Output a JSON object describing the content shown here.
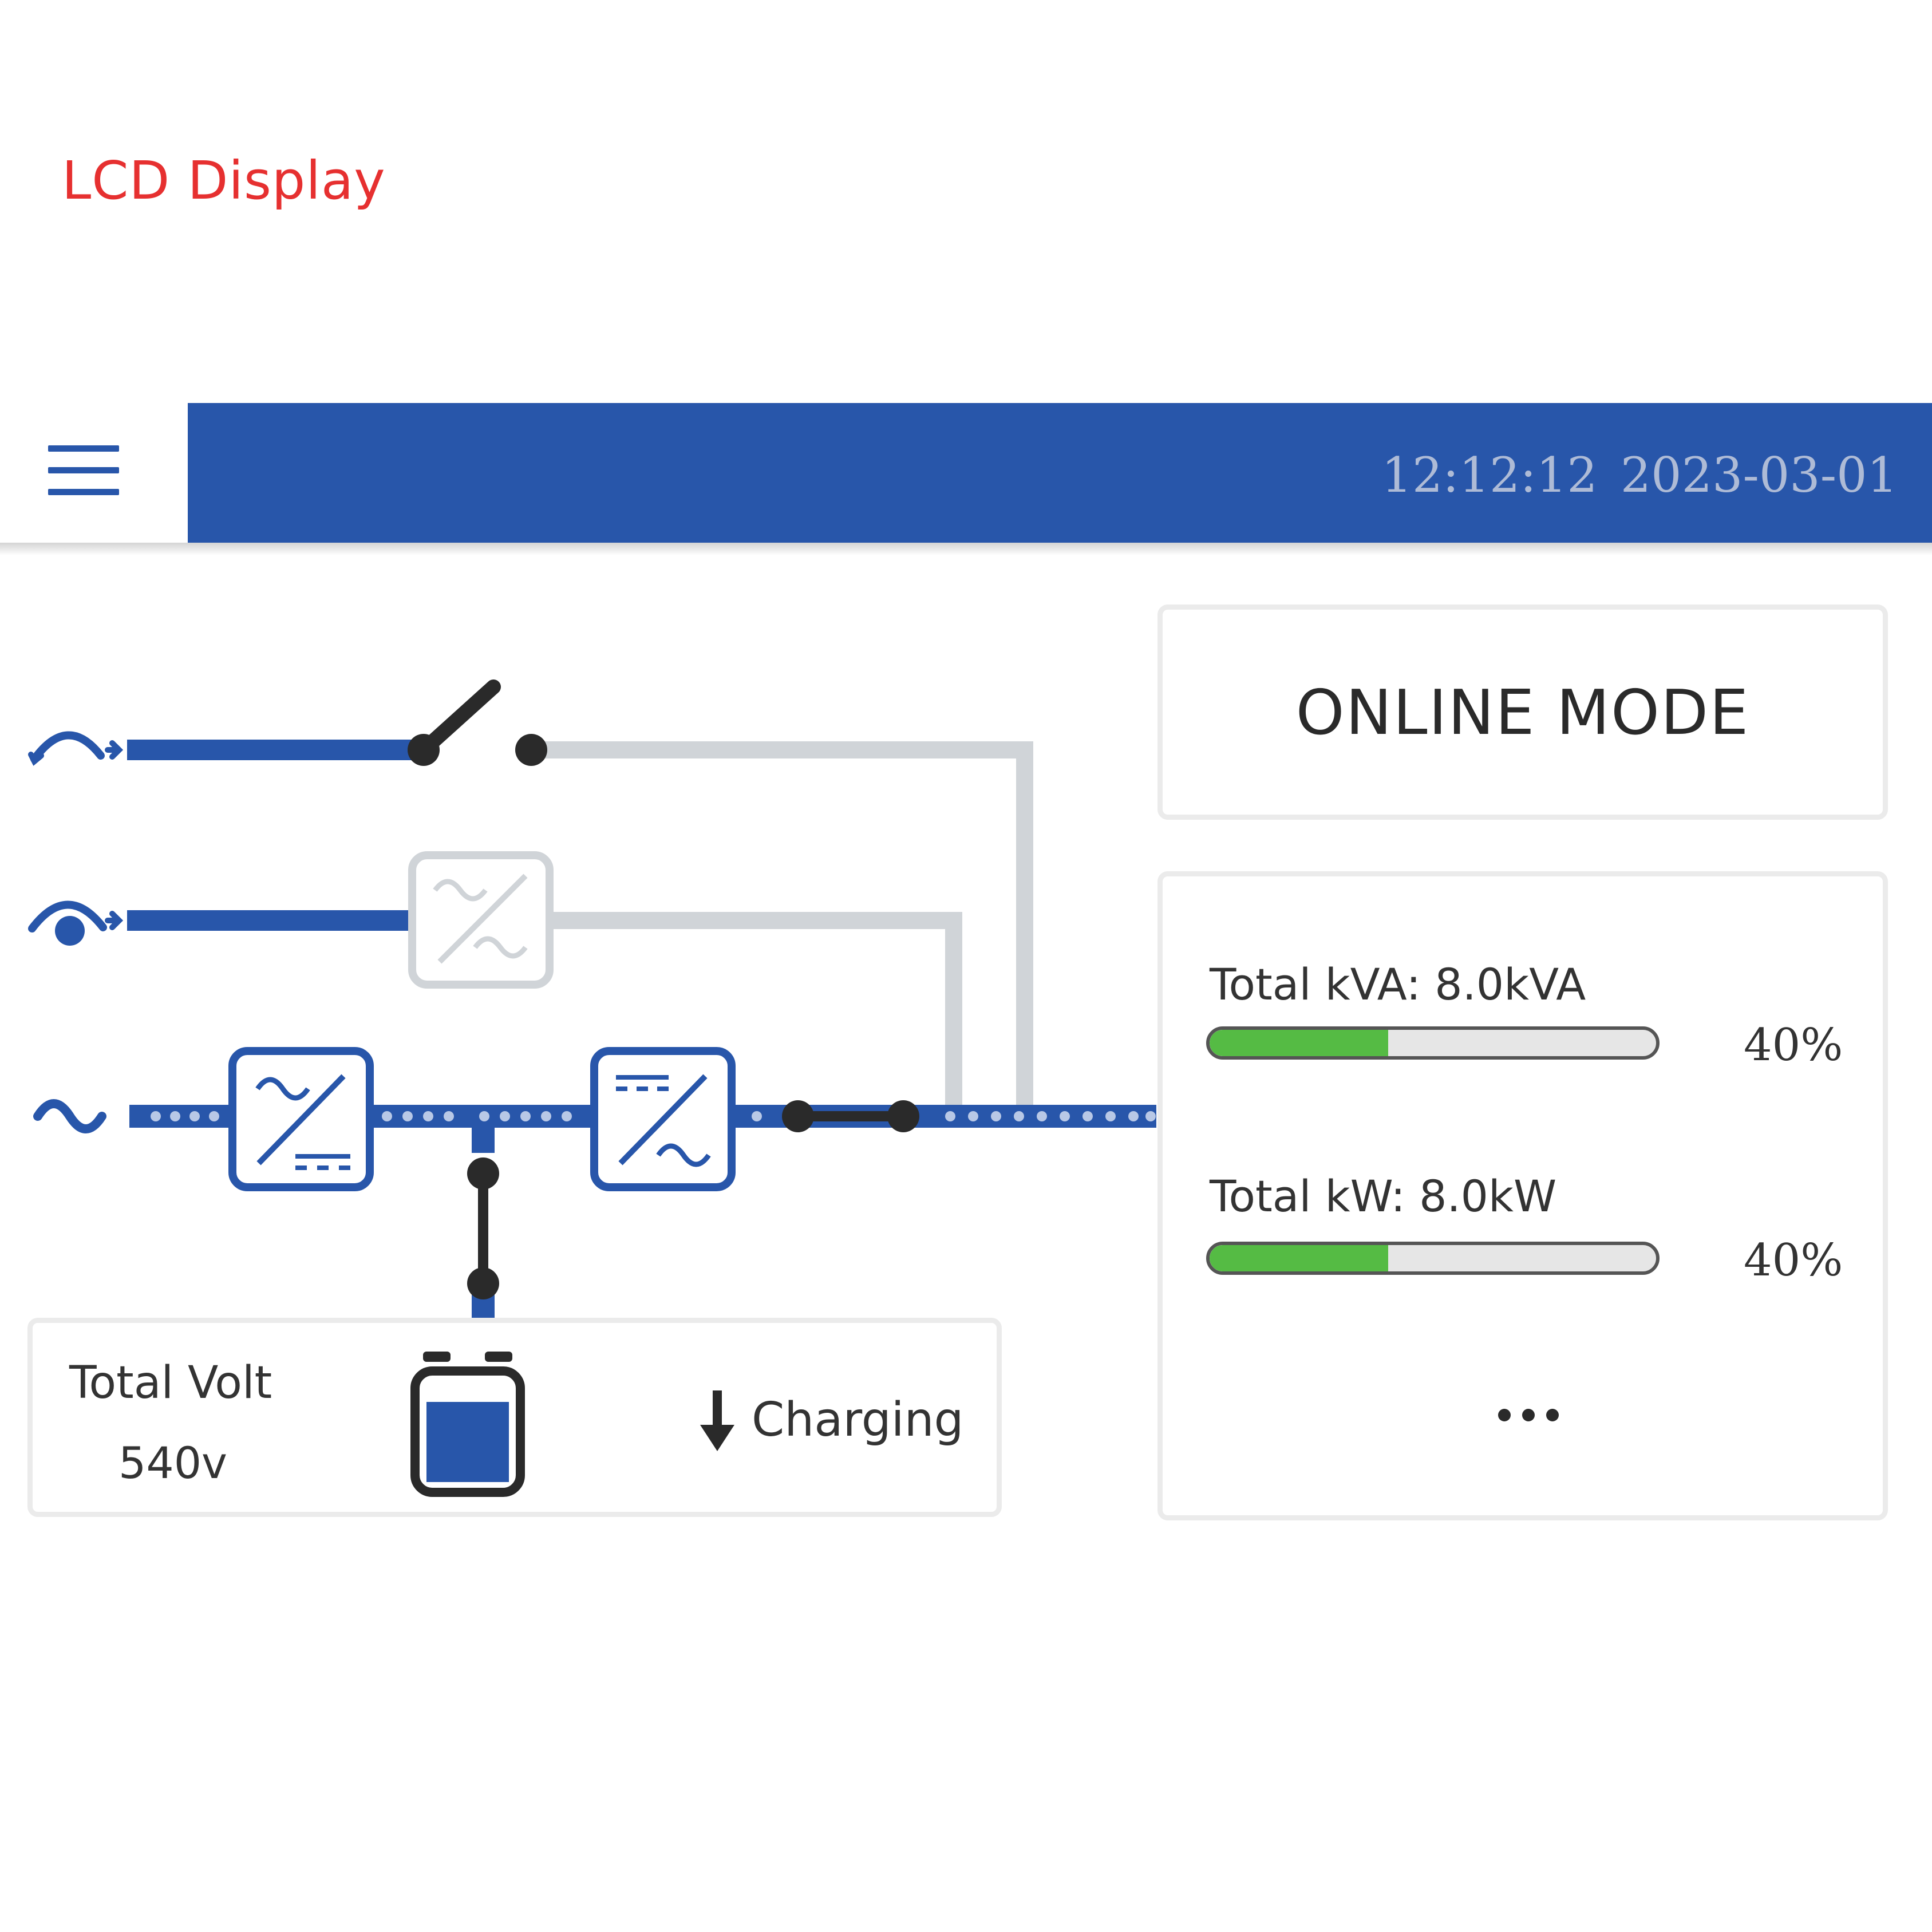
{
  "caption": "LCD Display",
  "header": {
    "time": "12:12:12",
    "date": "2023-03-01"
  },
  "mode": "ONLINE MODE",
  "stats": [
    {
      "label": "Total kVA: 8.0kVA",
      "percent_text": "40%",
      "level": 0.4
    },
    {
      "label": "Total kW: 8.0kW",
      "percent_text": "40%",
      "level": 0.4
    }
  ],
  "more_label": "...",
  "battery": {
    "label": "Total Volt",
    "value": "540v",
    "status": "Charging"
  },
  "colors": {
    "brand_blue": "#2856aa",
    "inactive_gray": "#d0d4d8",
    "bar_green": "#55bb44",
    "caption_red": "#e63030"
  },
  "icons": [
    "menu-icon",
    "bypass-source-icon",
    "generator-source-icon",
    "mains-source-icon",
    "rectifier-icon",
    "inverter-icon",
    "static-switch-icon",
    "battery-icon",
    "arrow-down-icon"
  ]
}
